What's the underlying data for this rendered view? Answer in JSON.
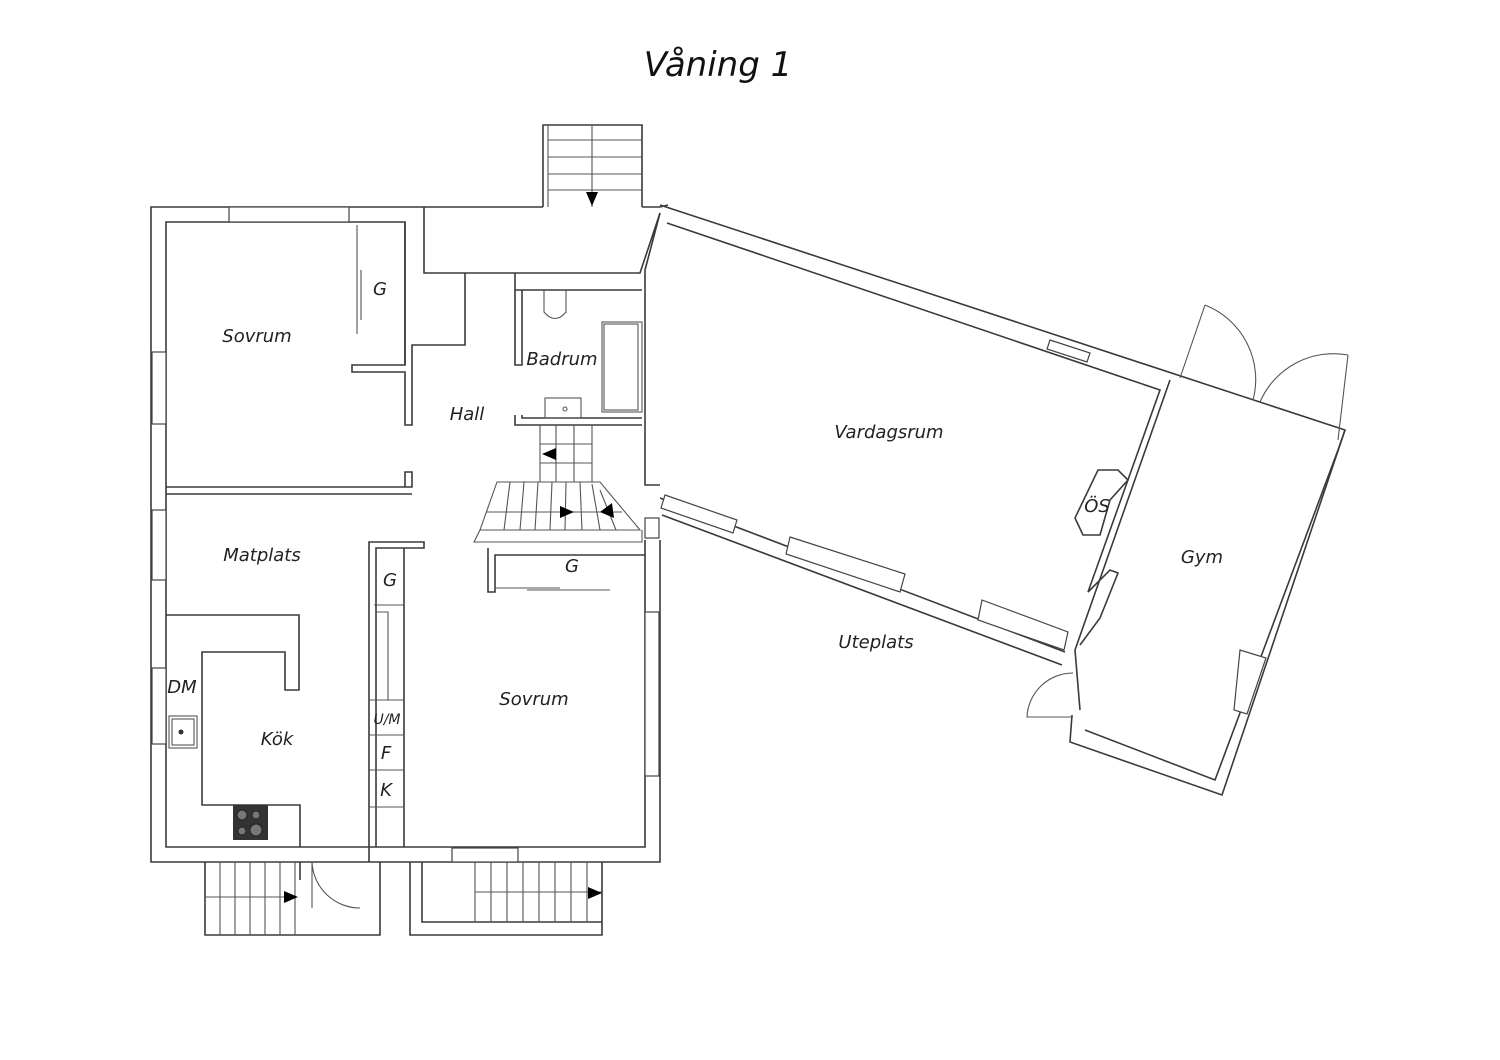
{
  "title": "Våning 1",
  "rooms": {
    "sovrum_1": "Sovrum",
    "garderob_1": "G",
    "hall": "Hall",
    "badrum": "Badrum",
    "vardagsrum": "Vardagsrum",
    "oppen_spis": "ÖS",
    "gym": "Gym",
    "matplats": "Matplats",
    "garderob_2": "G",
    "garderob_3": "G",
    "dm": "DM",
    "kok": "Kök",
    "um": "U/M",
    "f": "F",
    "k": "K",
    "sovrum_2": "Sovrum",
    "uteplats": "Uteplats"
  },
  "colors": {
    "line": "#3a3a3a",
    "stove": "#333333"
  }
}
